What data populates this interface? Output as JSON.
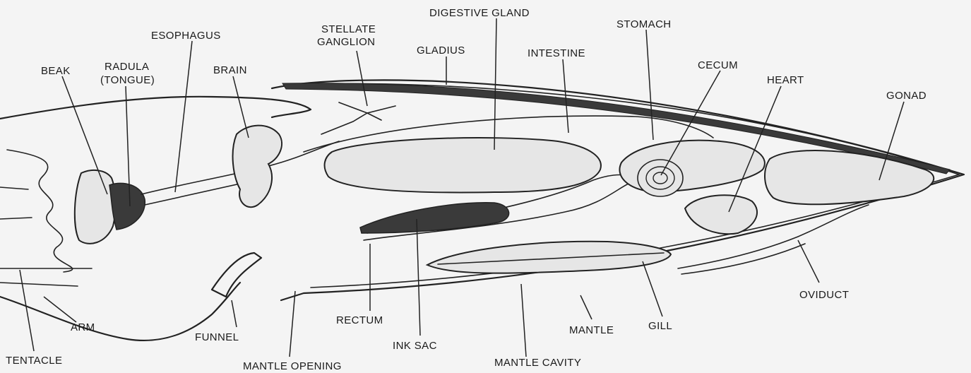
{
  "labels": {
    "digestive_gland": "DIGESTIVE GLAND",
    "stomach": "STOMACH",
    "esophagus": "ESOPHAGUS",
    "stellate_ganglion_1": "STELLATE",
    "stellate_ganglion_2": "GANGLION",
    "gladius": "GLADIUS",
    "intestine": "INTESTINE",
    "cecum": "CECUM",
    "radula_1": "RADULA",
    "radula_2": "(TONGUE)",
    "beak": "BEAK",
    "brain": "BRAIN",
    "heart": "HEART",
    "gonad": "GONAD",
    "oviduct": "OVIDUCT",
    "gill": "GILL",
    "mantle": "MANTLE",
    "rectum": "RECTUM",
    "arm": "ARM",
    "funnel": "FUNNEL",
    "ink_sac": "INK SAC",
    "tentacle": "TENTACLE",
    "mantle_opening": "MANTLE OPENING",
    "mantle_cavity": "MANTLE CAVITY"
  },
  "colors": {
    "background": "#f4f4f4",
    "ink": "#1a1a1a",
    "organ_fill": "#e6e6e6",
    "dark_fill": "#3a3a3a"
  }
}
